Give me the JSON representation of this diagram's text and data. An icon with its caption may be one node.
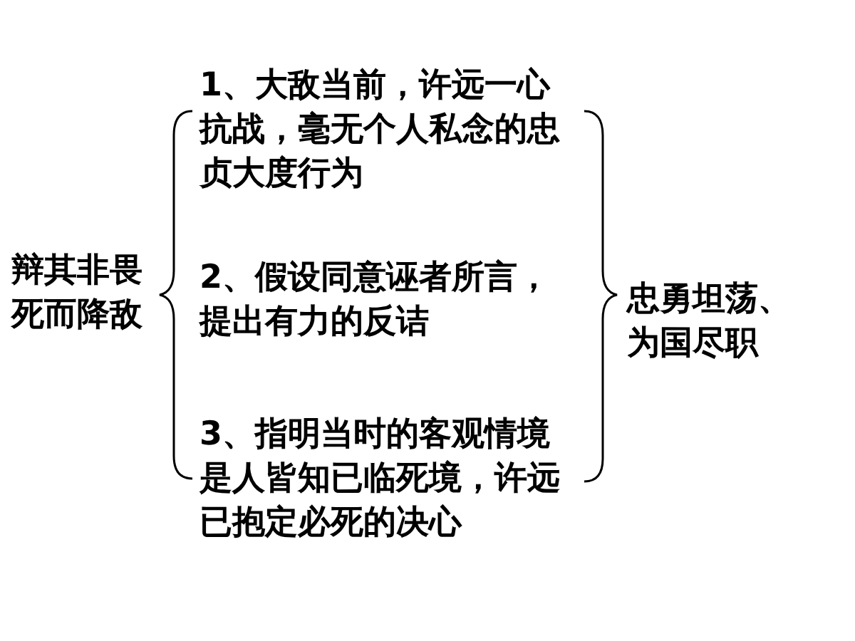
{
  "diagram": {
    "labels": [
      "辩其非畏死而降敌",
      "1、大敌当前，许远一心抗战，毫无个人私念的忠贞大度行为",
      "2、假设同意诬者所言，提出有力的反诘",
      "3、指明当时的客观情境是人皆知已临死境，许远已抱定必死的决心",
      "忠勇坦荡、为国尽职"
    ]
  }
}
